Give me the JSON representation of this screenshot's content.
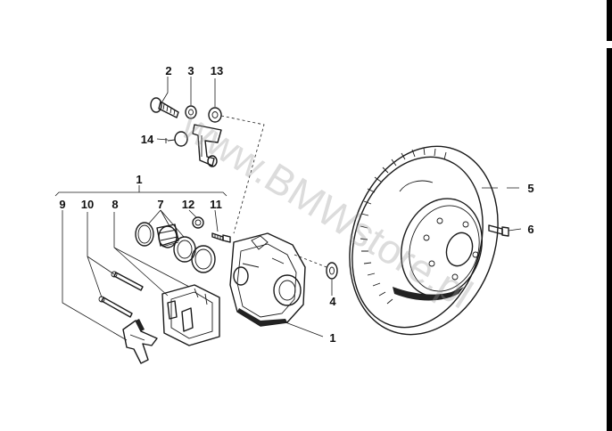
{
  "callouts": {
    "c2": "2",
    "c3": "3",
    "c13": "13",
    "c14": "14",
    "c1_top": "1",
    "c9": "9",
    "c10": "10",
    "c8": "8",
    "c7": "7",
    "c12": "12",
    "c11": "11",
    "c4": "4",
    "c1_bottom": "1",
    "c5": "5",
    "c6": "6"
  },
  "watermark": "www.BMWstore.pl"
}
